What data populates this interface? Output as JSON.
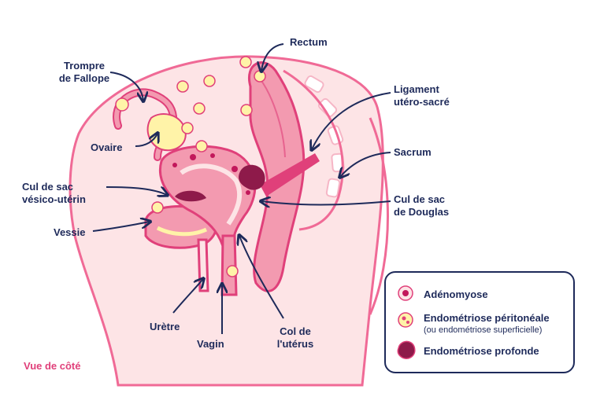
{
  "labels": {
    "rectum": "Rectum",
    "trompe": "Trompre\nde Fallope",
    "ligament": "Ligament\nutéro-sacré",
    "ovaire": "Ovaire",
    "sacrum": "Sacrum",
    "cul_vesico": "Cul de sac\nvésico-utérin",
    "cul_douglas": "Cul de sac\nde Douglas",
    "vessie": "Vessie",
    "uretre": "Urètre",
    "vagin": "Vagin",
    "col": "Col de\nl'utérus"
  },
  "view_label": "Vue de côté",
  "legend": {
    "adenomyose": "Adénomyose",
    "peritoneale": "Endométriose péritonéale",
    "peritoneale_sub": "(ou endométriose superficielle)",
    "profonde": "Endométriose profonde"
  },
  "colors": {
    "navy": "#1e2a5a",
    "pink": "#e0407a",
    "skin": "#fde4e6",
    "organ": "#f39ab0",
    "yellow": "#fff3a8",
    "lesion": "#8e1a4a"
  }
}
